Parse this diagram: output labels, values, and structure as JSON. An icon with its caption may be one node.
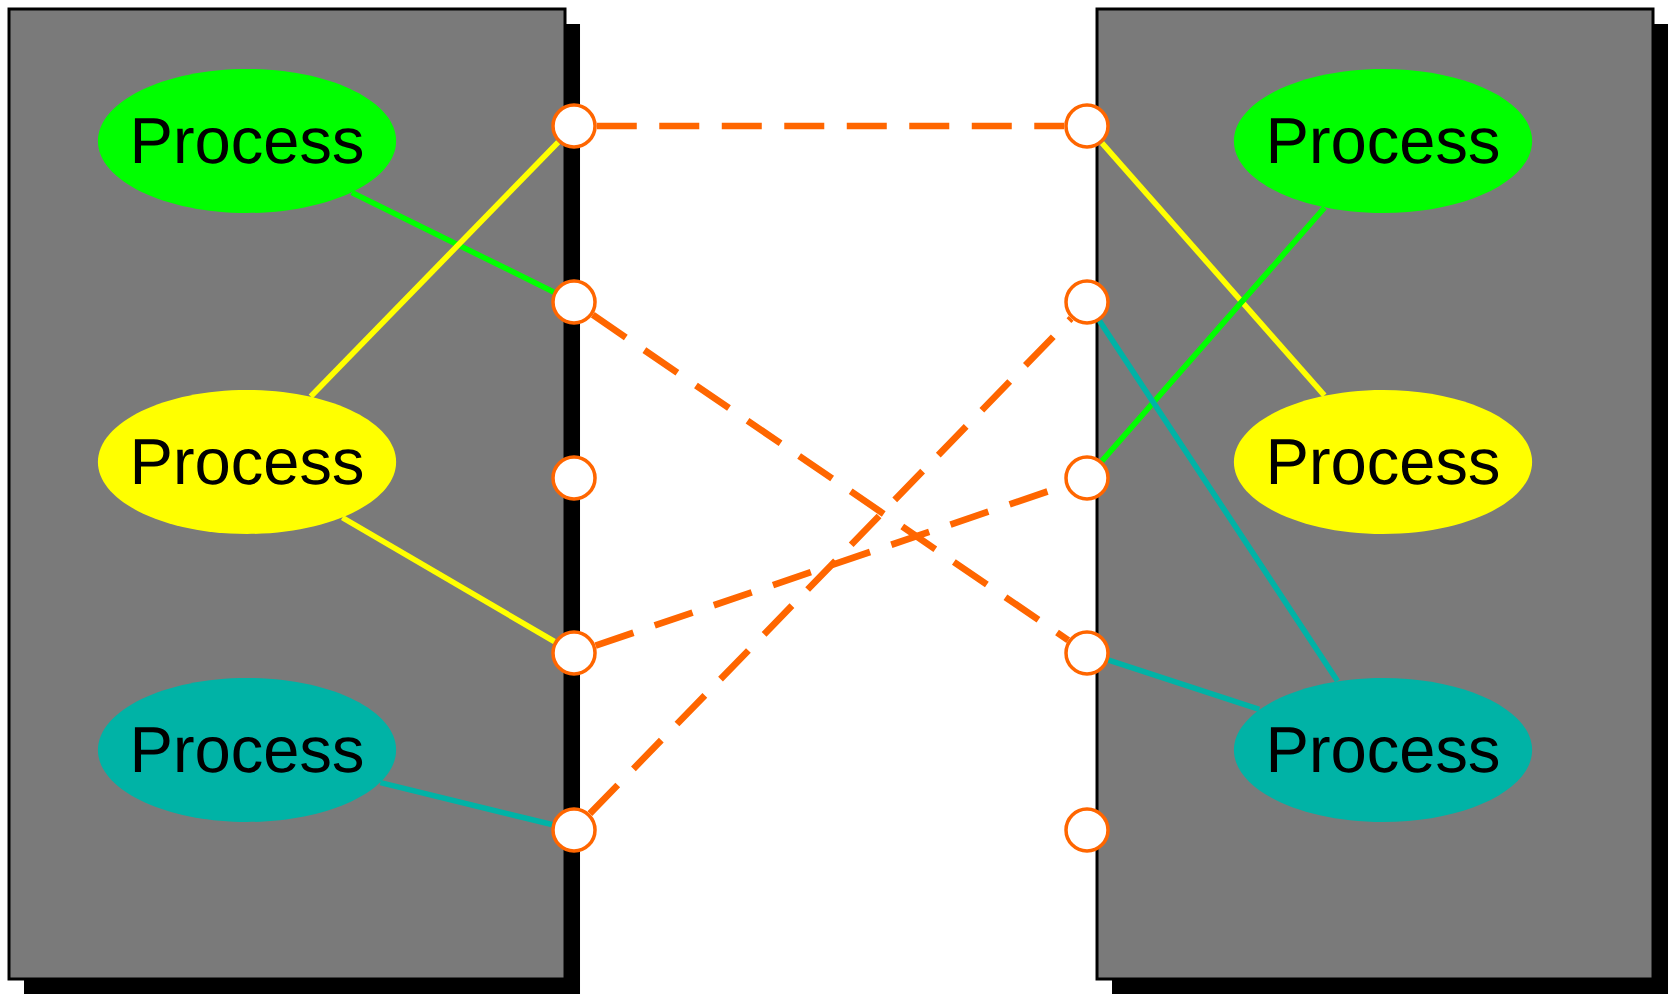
{
  "diagram": {
    "nodes": [
      {
        "text": [],
        "shape": "box"
      },
      {
        "text": [],
        "shape": "box"
      },
      {
        "text": [
          "Process"
        ],
        "in": 0
      },
      {
        "text": [
          "Process"
        ],
        "in": 0
      },
      {
        "text": [
          "Process"
        ],
        "in": 0
      },
      {
        "text": [
          "Process"
        ],
        "in": 1
      },
      {
        "text": [
          "Process"
        ],
        "in": 1
      },
      {
        "text": [
          "Process"
        ],
        "in": 1
      },
      {
        "text": [],
        "shape": "circle"
      },
      {
        "text": [],
        "shape": "circle"
      },
      {
        "text": [],
        "shape": "circle"
      },
      {
        "text": [],
        "shape": "circle"
      },
      {
        "text": [],
        "shape": "circle"
      },
      {
        "text": [],
        "shape": "circle"
      },
      {
        "text": [],
        "shape": "circle"
      },
      {
        "text": [],
        "shape": "circle"
      },
      {
        "text": [],
        "shape": "circle"
      },
      {
        "text": [],
        "shape": "circle"
      }
    ],
    "edges": [
      {
        "from": 2,
        "to": 9,
        "arrow": "none",
        "color": "#00ff00"
      },
      {
        "from": 3,
        "to": 8,
        "arrow": "none",
        "color": "#ffff00"
      },
      {
        "from": 3,
        "to": 11,
        "arrow": "none",
        "color": "#ffff00"
      },
      {
        "from": 4,
        "to": 12,
        "arrow": "none",
        "color": "#00b3a6"
      },
      {
        "from": 8,
        "to": 13,
        "arrow": "none",
        "style": "dashed",
        "color": "#ff6600"
      },
      {
        "from": 9,
        "to": 16,
        "arrow": "none",
        "style": "dashed",
        "color": "#ff6600"
      },
      {
        "from": 11,
        "to": 15,
        "arrow": "none",
        "style": "dashed",
        "color": "#ff6600"
      },
      {
        "from": 12,
        "to": 14,
        "arrow": "none",
        "style": "dashed",
        "color": "#ff6600"
      },
      {
        "from": 13,
        "to": 6,
        "arrow": "none",
        "color": "#ffff00"
      },
      {
        "from": 15,
        "to": 5,
        "arrow": "none",
        "color": "#00ff00"
      },
      {
        "from": 14,
        "to": 7,
        "arrow": "none",
        "color": "#00b3a6"
      },
      {
        "from": 16,
        "to": 7,
        "arrow": "none",
        "color": "#00b3a6"
      }
    ]
  }
}
